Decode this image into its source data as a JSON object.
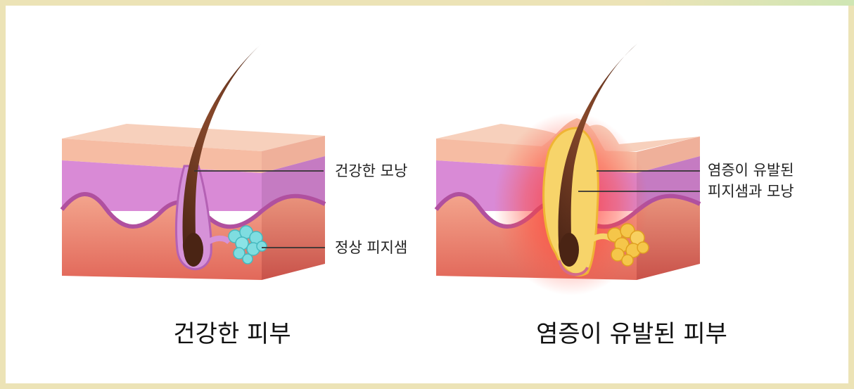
{
  "panels": [
    {
      "caption": "건강한 피부",
      "labels": [
        "건강한 모낭",
        "정상 피지샘"
      ]
    },
    {
      "caption": "염증이 유발된 피부",
      "labels": [
        "염증이 유발된",
        "피지샘과 모낭"
      ]
    }
  ],
  "colors": {
    "border": "#ece3b6",
    "epidermis": "#f6c1a4",
    "dermis": "#d98ad6",
    "hypodermis": "#ef7a6a",
    "hair": "#5a2f1e",
    "healthy_gland": "#7fdde0",
    "inflamed_gland": "#f5c64a",
    "inflammation": "#ff3b3b"
  }
}
